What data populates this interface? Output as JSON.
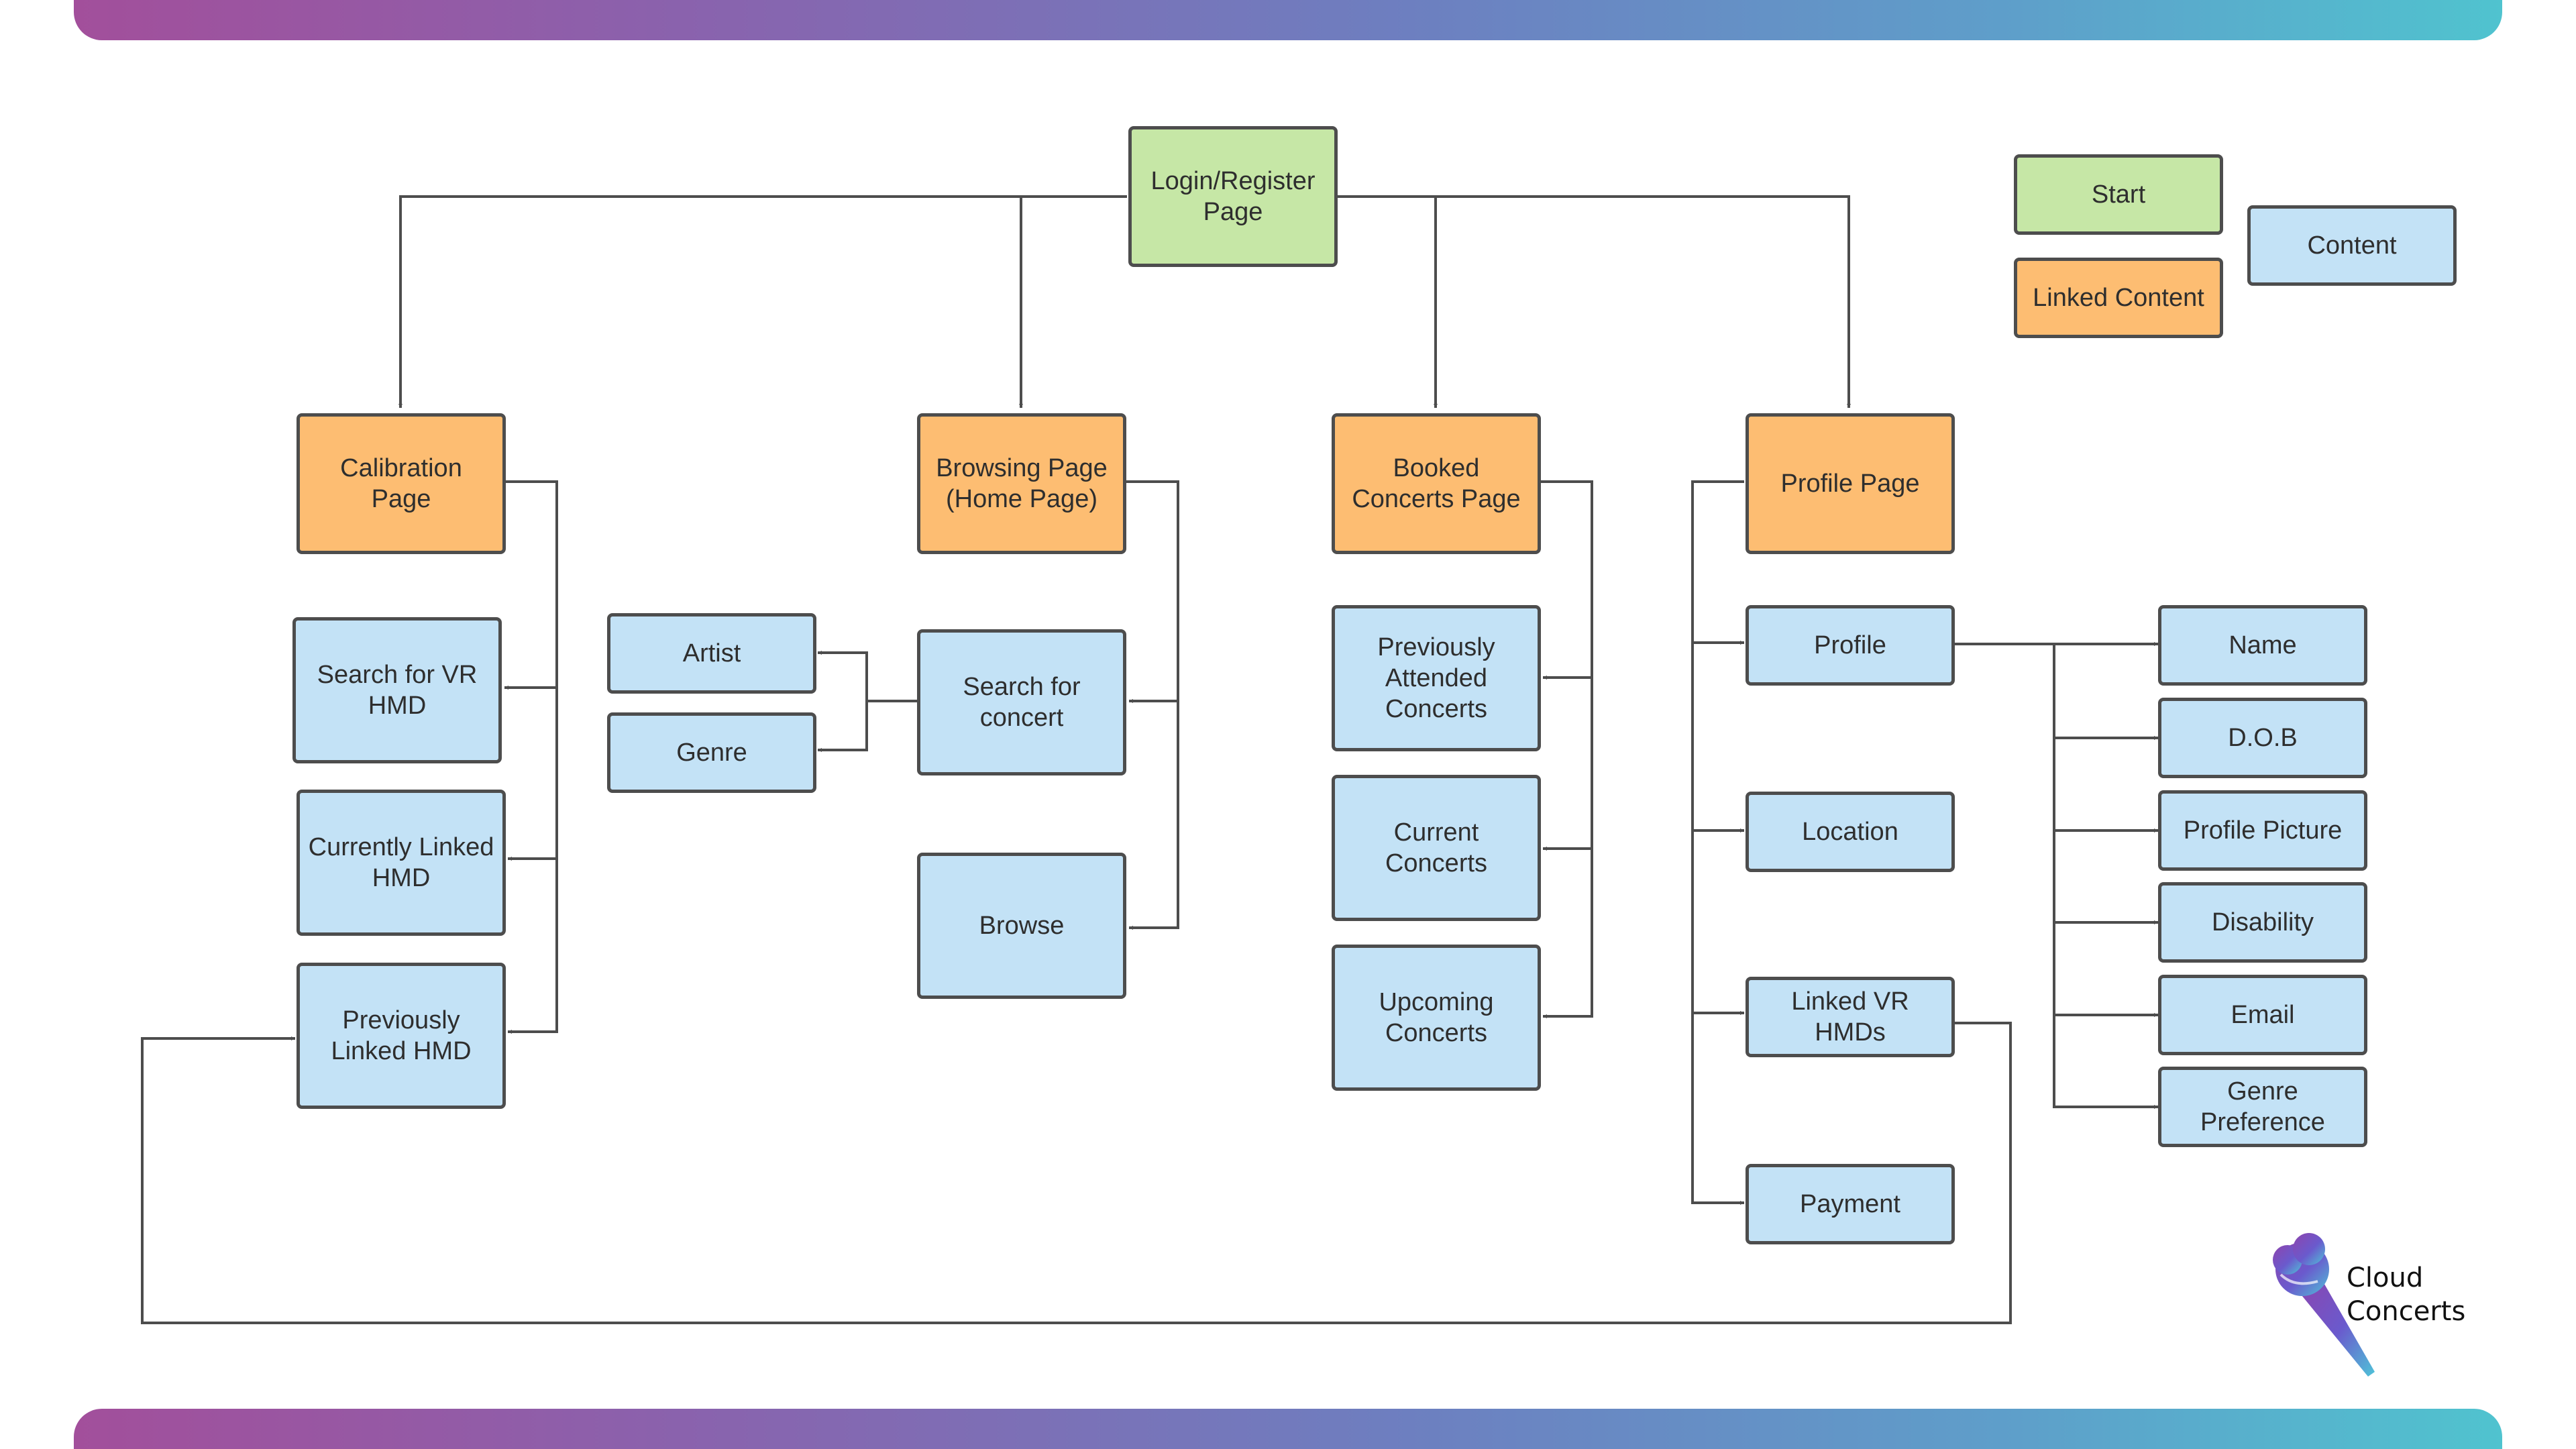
{
  "colors": {
    "start": "#c6e7a6",
    "linked_content": "#fdbd72",
    "content": "#c3e2f6",
    "connector": "#4d4d4d"
  },
  "legend": {
    "start": "Start",
    "linked_content": "Linked Content",
    "content": "Content"
  },
  "nodes": {
    "login_register": "Login/Register\nPage",
    "calibration_page": "Calibration\nPage",
    "search_vr_hmd": "Search for VR\nHMD",
    "currently_linked_hmd": "Currently Linked\nHMD",
    "previously_linked_hmd": "Previously\nLinked HMD",
    "browsing_page": "Browsing Page\n(Home Page)",
    "search_concert": "Search for\nconcert",
    "artist": "Artist",
    "genre": "Genre",
    "browse": "Browse",
    "booked_concerts_page": "Booked\nConcerts Page",
    "previously_attended": "Previously\nAttended\nConcerts",
    "current_concerts": "Current\nConcerts",
    "upcoming_concerts": "Upcoming\nConcerts",
    "profile_page": "Profile Page",
    "profile": "Profile",
    "location": "Location",
    "linked_vr_hmds": "Linked VR\nHMDs",
    "payment": "Payment",
    "name": "Name",
    "dob": "D.O.B",
    "profile_picture": "Profile Picture",
    "disability": "Disability",
    "email": "Email",
    "genre_preference": "Genre\nPreference"
  },
  "logo": {
    "text": "Cloud\nConcerts"
  }
}
